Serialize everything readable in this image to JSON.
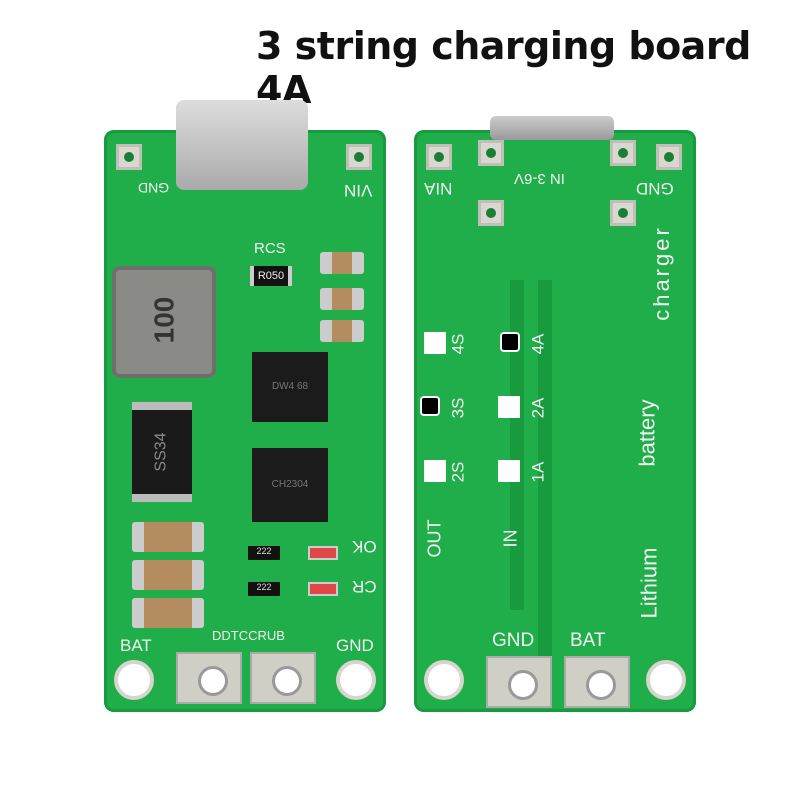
{
  "title": "3 string charging board 4A",
  "left_board": {
    "gnd_top": "GND",
    "vin_top": "VIN",
    "rcs": "RCS",
    "resistor": "R050",
    "inductor": "100",
    "diode": "SS34",
    "chip1": "DW4 68",
    "chip2": "CH2304",
    "ok": "OK",
    "cr": "CR",
    "small_res": "222",
    "bat": "BAT",
    "brand": "DDTCCRUB",
    "gnd_bottom": "GND"
  },
  "right_board": {
    "via_top": "NIA",
    "input_label": "IN 3-6V",
    "gnd_top": "GND",
    "s4": "4S",
    "s3": "3S",
    "s2": "2S",
    "a4": "4A",
    "a2": "2A",
    "a1": "1A",
    "out": "OUT",
    "in": "IN",
    "side_text1": "Lithium",
    "side_text2": "battery",
    "side_text3": "charger",
    "gnd_bottom": "GND",
    "bat_bottom": "BAT"
  }
}
